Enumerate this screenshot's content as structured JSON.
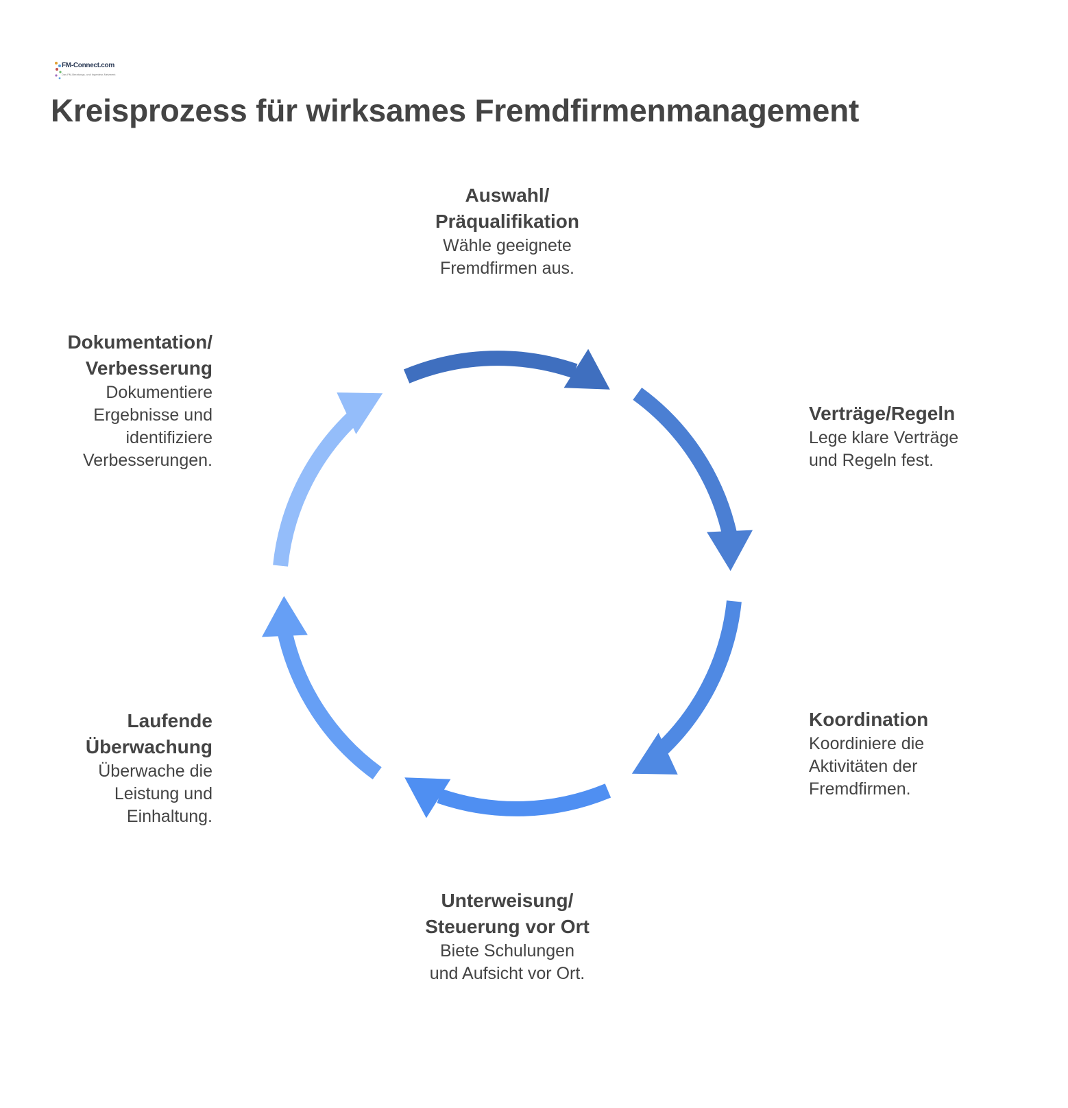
{
  "logo": {
    "text": "FM-Connect.com",
    "subtitle": "Das FM-Beratungs- und Ingenieur-Netzwerk"
  },
  "title": "Kreisprozess für wirksames Fremdfirmenmanagement",
  "steps": [
    {
      "heading": [
        "Auswahl/",
        "Präqualifikation"
      ],
      "description": [
        "Wähle geeignete",
        "Fremdfirmen aus."
      ]
    },
    {
      "heading": [
        "Verträge/Regeln"
      ],
      "description": [
        "Lege klare Verträge",
        "und Regeln fest."
      ]
    },
    {
      "heading": [
        "Koordination"
      ],
      "description": [
        "Koordiniere die",
        "Aktivitäten der",
        "Fremdfirmen."
      ]
    },
    {
      "heading": [
        "Unterweisung/",
        "Steuerung vor Ort"
      ],
      "description": [
        "Biete Schulungen",
        "und Aufsicht vor Ort."
      ]
    },
    {
      "heading": [
        "Laufende",
        "Überwachung"
      ],
      "description": [
        "Überwache die",
        "Leistung und",
        "Einhaltung."
      ]
    },
    {
      "heading": [
        "Dokumentation/",
        "Verbesserung"
      ],
      "description": [
        "Dokumentiere",
        "Ergebnisse und",
        "identifiziere",
        "Verbesserungen."
      ]
    }
  ],
  "arrow_colors": [
    "#3f6fbf",
    "#4b7fd3",
    "#4f89e3",
    "#4f8ff2",
    "#669ff5",
    "#94bdfa"
  ]
}
